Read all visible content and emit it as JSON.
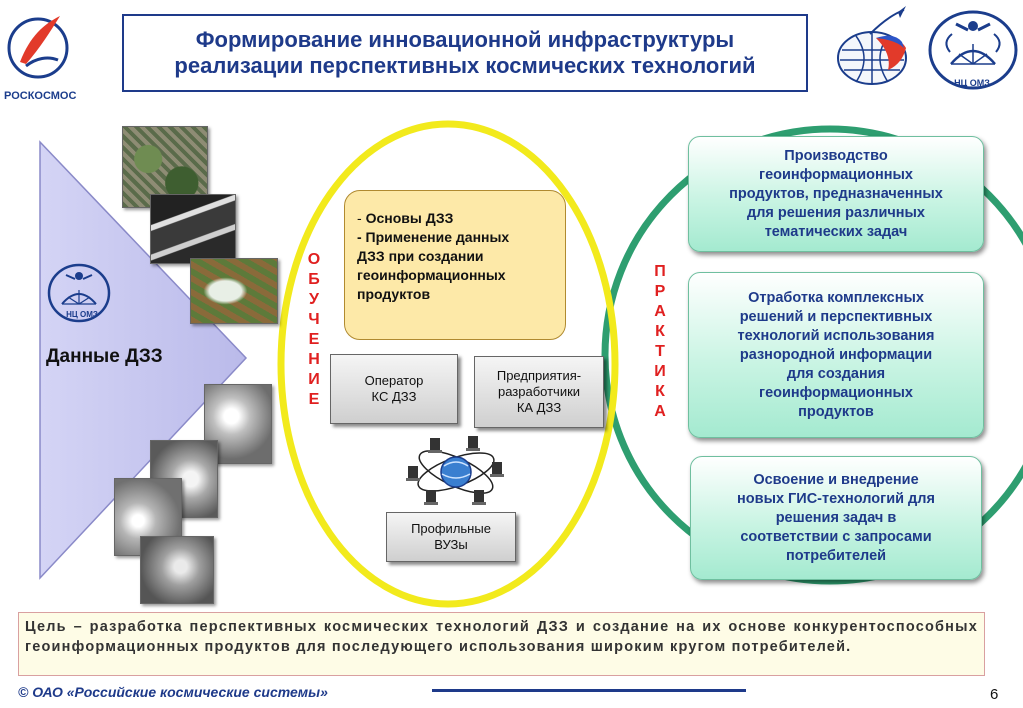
{
  "header": {
    "logo_left_text": "РОСКОСМОС",
    "title_line1": "Формирование инновационной инфраструктуры",
    "title_line2": "реализации перспективных космических технологий",
    "logo_right_text": "НЦ ОМЗ"
  },
  "left": {
    "triangle_label": "Данные ДЗЗ",
    "triangle_logo_text": "НЦ ОМЗ",
    "triangle_color": "#c9c9ee"
  },
  "education": {
    "vertical_label": [
      "О",
      "Б",
      "У",
      "Ч",
      "Е",
      "Н",
      "И",
      "Е"
    ],
    "topics_line1_prefix": "- ",
    "topics_line1": "Основы ДЗЗ",
    "topics_line2": "- Применение данных",
    "topics_line3": "ДЗЗ при создании",
    "topics_line4": "геоинформационных",
    "topics_line5": "продуктов",
    "operator_line1": "Оператор",
    "operator_line2": "КС ДЗЗ",
    "developers_line1": "Предприятия-",
    "developers_line2": "разработчики",
    "developers_line3": "КА ДЗЗ",
    "universities_line1": "Профильные",
    "universities_line2": "ВУЗы",
    "ellipse_color": "#f2ea1c"
  },
  "practice": {
    "vertical_label": [
      "П",
      "Р",
      "А",
      "К",
      "Т",
      "И",
      "К",
      "А"
    ],
    "box1": [
      "Производство",
      "геоинформационных",
      "продуктов, предназначенных",
      "для решения различных",
      "тематических задач"
    ],
    "box2": [
      "Отработка комплексных",
      "решений и перспективных",
      "технологий использования",
      "разнородной информации",
      "для создания",
      "геоинформационных",
      "продуктов"
    ],
    "box3": [
      "Освоение и внедрение",
      "новых ГИС-технологий для",
      "решения задач в",
      "соответствии с  запросами",
      "потребителей"
    ],
    "ellipse_color": "#2e9e70"
  },
  "goal_text": "Цель – разработка перспективных космических технологий ДЗЗ и создание на их основе конкурентоспособных геоинформационных продуктов для последующего использования широким кругом потребителей.",
  "footer": {
    "copyright": "© ОАО «Российские космические системы»",
    "page_number": "6"
  },
  "icons": [
    "roskosmos-logo",
    "russia-globe-logo",
    "nts-omz-logo",
    "network-globe-icon",
    "satellite-image"
  ]
}
